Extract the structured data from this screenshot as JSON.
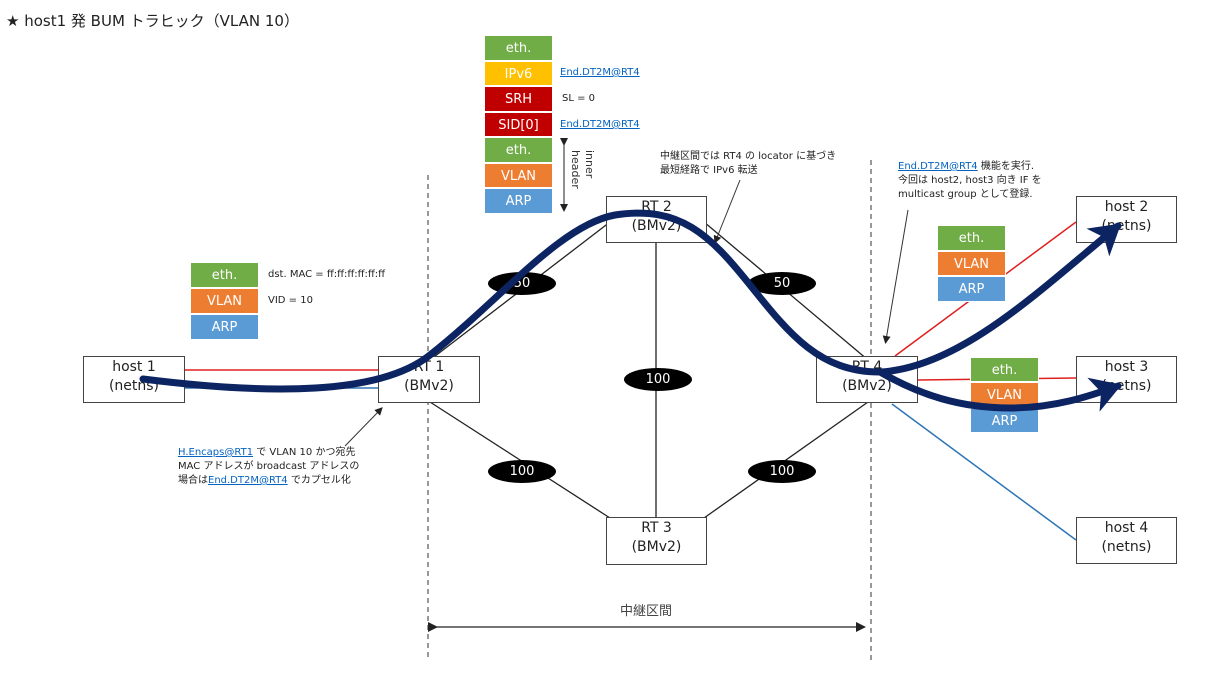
{
  "title": "★ host1 発 BUM トラヒック（VLAN 10）",
  "nodes": {
    "host1": {
      "name": "host 1",
      "sub": "(netns)"
    },
    "host2": {
      "name": "host 2",
      "sub": "(netns)"
    },
    "host3": {
      "name": "host 3",
      "sub": "(netns)"
    },
    "host4": {
      "name": "host 4",
      "sub": "(netns)"
    },
    "rt1": {
      "name": "RT 1",
      "sub": "(BMv2)"
    },
    "rt2": {
      "name": "RT 2",
      "sub": "(BMv2)"
    },
    "rt3": {
      "name": "RT 3",
      "sub": "(BMv2)"
    },
    "rt4": {
      "name": "RT 4",
      "sub": "(BMv2)"
    }
  },
  "link_costs": {
    "rt1_rt2": "50",
    "rt2_rt4": "50",
    "rt2_rt3": "100",
    "rt1_rt3": "100",
    "rt3_rt4": "100"
  },
  "packet_host1": {
    "headers": [
      "eth.",
      "VLAN",
      "ARP"
    ],
    "notes": {
      "eth": "dst. MAC = ff:ff:ff:ff:ff:ff",
      "vlan": "VID = 10"
    }
  },
  "packet_transit": {
    "headers": [
      "eth.",
      "IPv6",
      "SRH",
      "SID[0]",
      "eth.",
      "VLAN",
      "ARP"
    ],
    "ipv6_note": "End.DT2M@RT4",
    "srh_note": "SL = 0",
    "sid_note": "End.DT2M@RT4",
    "inner_header_label": "inner header"
  },
  "packet_host2": {
    "headers": [
      "eth.",
      "VLAN",
      "ARP"
    ]
  },
  "packet_host3": {
    "headers": [
      "eth.",
      "VLAN",
      "ARP"
    ]
  },
  "notes": {
    "transit": [
      "中継区間では RT4 の locator に基づき",
      "最短経路で IPv6 転送"
    ],
    "rt4_link": "End.DT2M@RT4",
    "rt4_line1_rest": " 機能を実行.",
    "rt4_line2": "今回は host2, host3 向き IF を",
    "rt4_line3": "multicast group として登録.",
    "rt1_link1": "H.Encaps@RT1",
    "rt1_line1_rest": " で VLAN 10 かつ宛先",
    "rt1_line2": "MAC アドレスが broadcast アドレスの",
    "rt1_line3_pre": "場合は",
    "rt1_link2": "End.DT2M@RT4",
    "rt1_line3_rest": " でカプセル化"
  },
  "span_label": "中継区間",
  "colors": {
    "flow_arrow": "#0d2462",
    "red_link": "#e02020",
    "blue_link": "#2e75b6"
  }
}
